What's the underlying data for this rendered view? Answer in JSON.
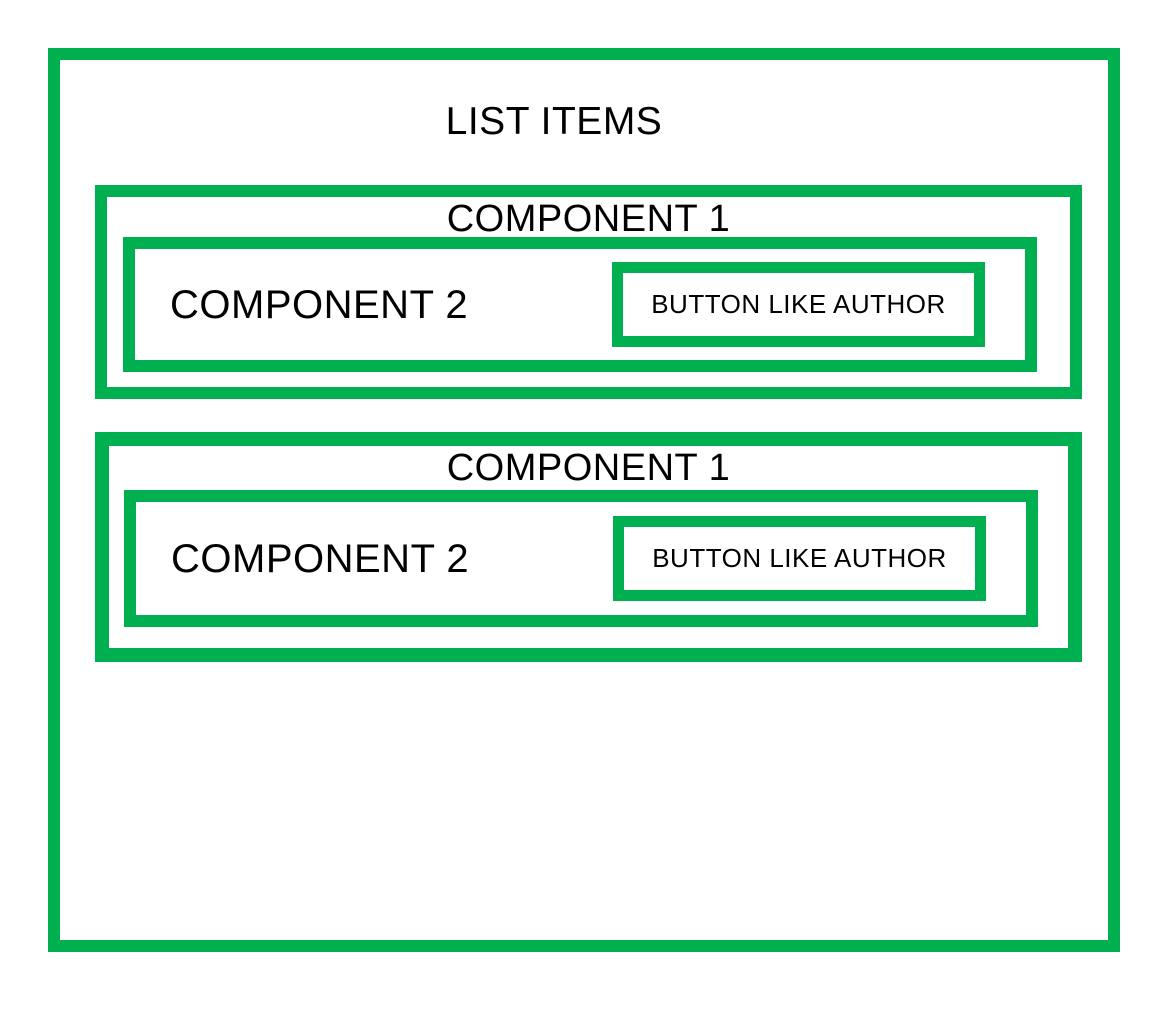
{
  "title": "LIST ITEMS",
  "colors": {
    "accent_green": "#00B050",
    "text": "#000000",
    "background": "#FFFFFF"
  },
  "items": [
    {
      "component1_label": "COMPONENT 1",
      "component2_label": "COMPONENT 2",
      "button_label": "BUTTON LIKE AUTHOR"
    },
    {
      "component1_label": "COMPONENT 1",
      "component2_label": "COMPONENT 2",
      "button_label": "BUTTON LIKE AUTHOR"
    }
  ]
}
